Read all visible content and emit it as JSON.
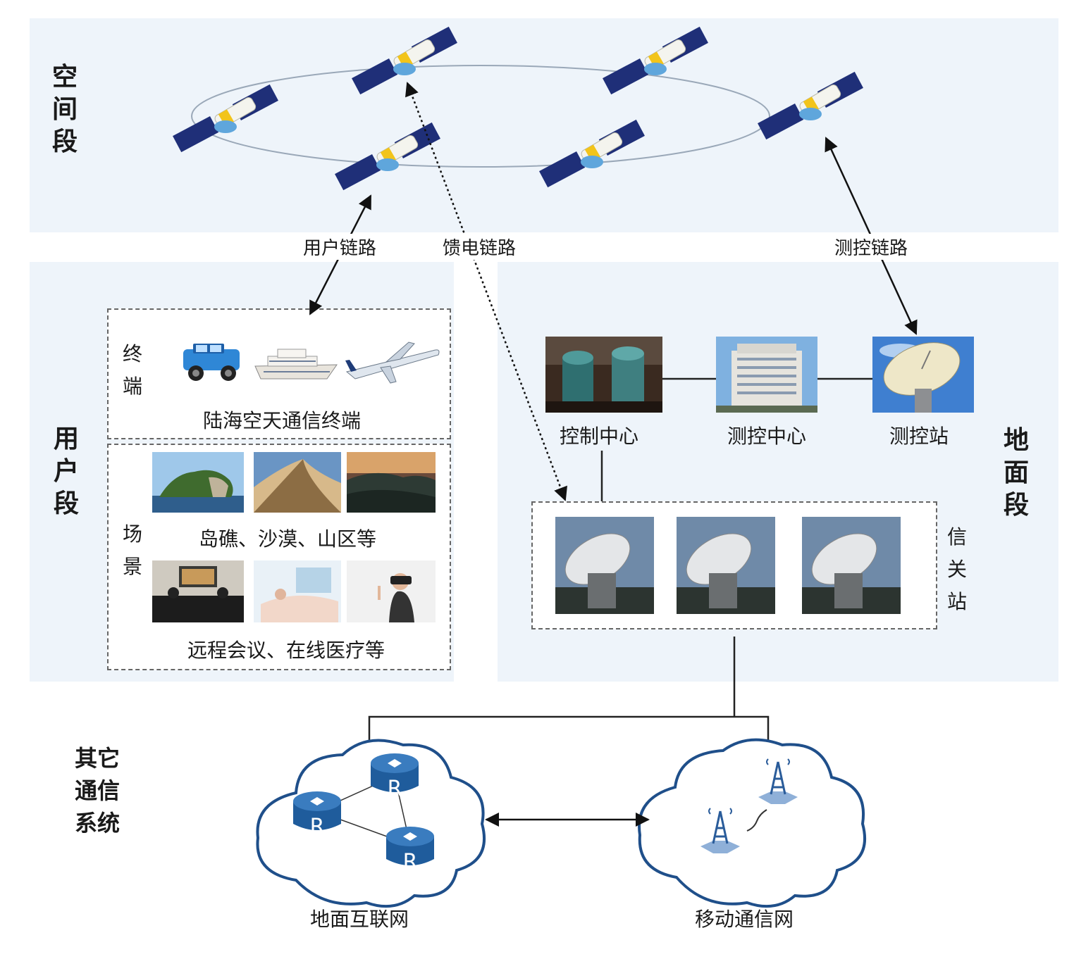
{
  "segments": {
    "space": "空间段",
    "user": "用户段",
    "ground": "地面段",
    "other": "其它通信系统"
  },
  "links": {
    "user_link": "用户链路",
    "feeder_link": "馈电链路",
    "ttc_link": "测控链路"
  },
  "user_segment": {
    "terminal_label": "终端",
    "terminal_caption": "陆海空天通信终端",
    "scenario_label": "场景",
    "scenario_caption_1": "岛礁、沙漠、山区等",
    "scenario_caption_2": "远程会议、在线医疗等"
  },
  "ground_segment": {
    "control_center": "控制中心",
    "ttc_center": "测控中心",
    "ttc_station": "测控站",
    "gateway_label": "信关站"
  },
  "other_systems": {
    "internet": "地面互联网",
    "mobile": "移动通信网",
    "router_label": "R"
  },
  "colors": {
    "panel_bg": "#eef4fa",
    "solar_panel": "#1f2f78",
    "satellite_gold": "#f2c41a",
    "router_blue": "#1f5c9c",
    "tower_blue": "#2a5c9a"
  }
}
